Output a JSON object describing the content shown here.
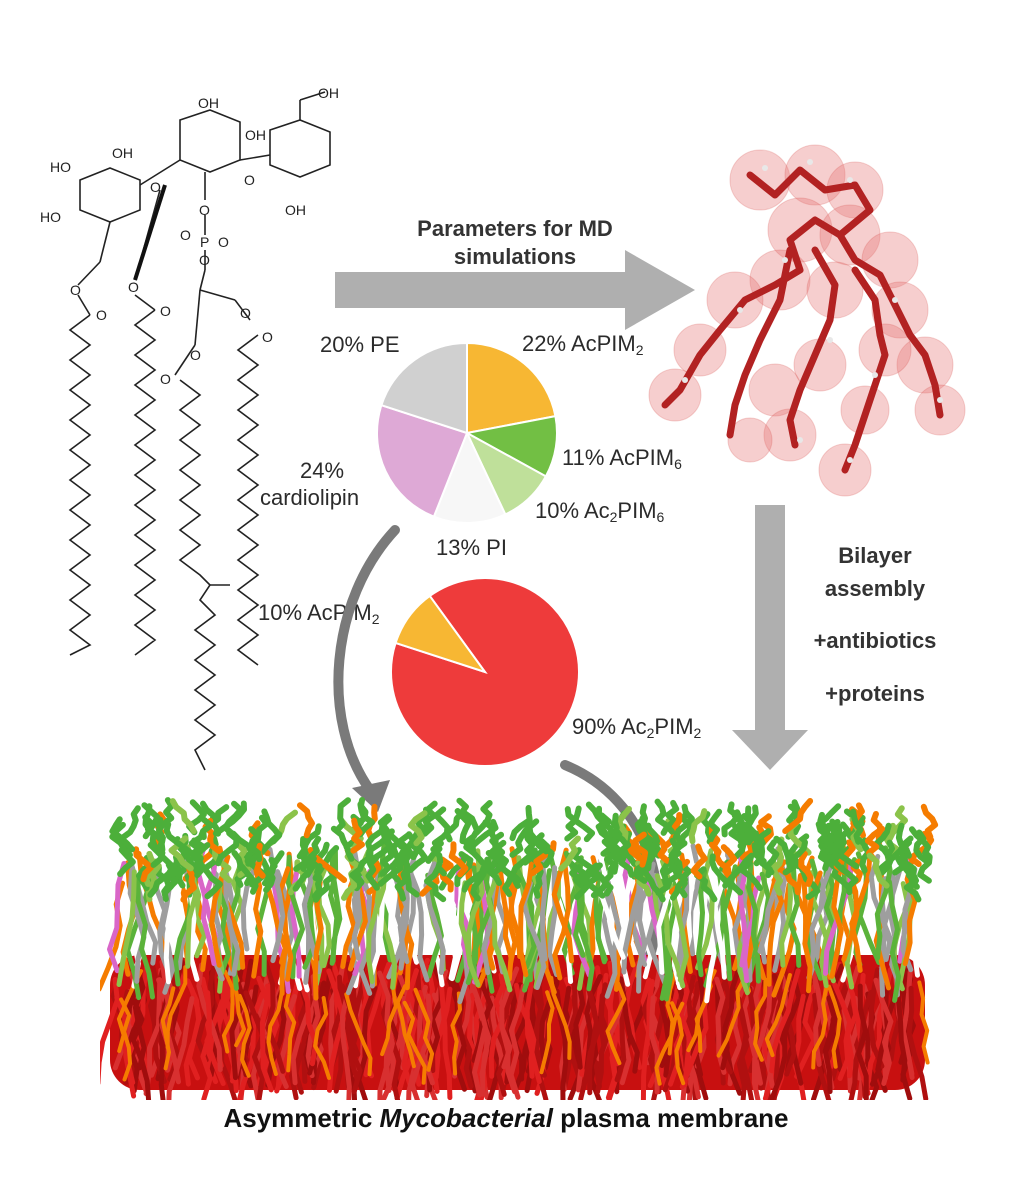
{
  "title": {
    "pre": "Asymmetric ",
    "italic": "Mycobacterial",
    "post": " plasma membrane"
  },
  "arrows": {
    "params_line1": "Parameters for MD",
    "params_line2": "simulations",
    "bilayer_line1": "Bilayer",
    "bilayer_line2": "assembly",
    "antibiotics": "+antibiotics",
    "proteins": "+proteins"
  },
  "structure_labels": {
    "oh": "OH",
    "ho": "HO",
    "o": "O",
    "p": "P",
    "o_minus": "O"
  },
  "chart_data": [
    {
      "type": "pie",
      "name": "outer_leaflet",
      "categories": [
        "AcPIM2",
        "AcPIM6",
        "Ac2PIM6",
        "PI",
        "cardiolipin",
        "PE"
      ],
      "values": [
        22,
        11,
        10,
        13,
        24,
        20
      ],
      "colors": [
        "#F7B733",
        "#72BF44",
        "#BFE09A",
        "#F7F7F7",
        "#DEA9D6",
        "#D0D0D0"
      ],
      "labels": [
        {
          "pct": "22% ",
          "main": "AcPIM",
          "sub": "2"
        },
        {
          "pct": "11% ",
          "main": "AcPIM",
          "sub": "6"
        },
        {
          "pct": "10% ",
          "main": "Ac",
          "sub": "2",
          "main2": "PIM",
          "sub2": "6"
        },
        {
          "pct": "13% ",
          "main": "PI",
          "sub": ""
        },
        {
          "pct": "24%",
          "main": "cardiolipin",
          "sub": ""
        },
        {
          "pct": "20% ",
          "main": "PE",
          "sub": ""
        }
      ]
    },
    {
      "type": "pie",
      "name": "inner_leaflet",
      "categories": [
        "Ac2PIM2",
        "AcPIM2"
      ],
      "values": [
        90,
        10
      ],
      "colors": [
        "#EE3B3B",
        "#F7B733"
      ],
      "labels": [
        {
          "pct": "90% ",
          "main": "Ac",
          "sub": "2",
          "main2": "PIM",
          "sub2": "2"
        },
        {
          "pct": "10% ",
          "main": "AcPIM",
          "sub": "2"
        }
      ]
    }
  ]
}
